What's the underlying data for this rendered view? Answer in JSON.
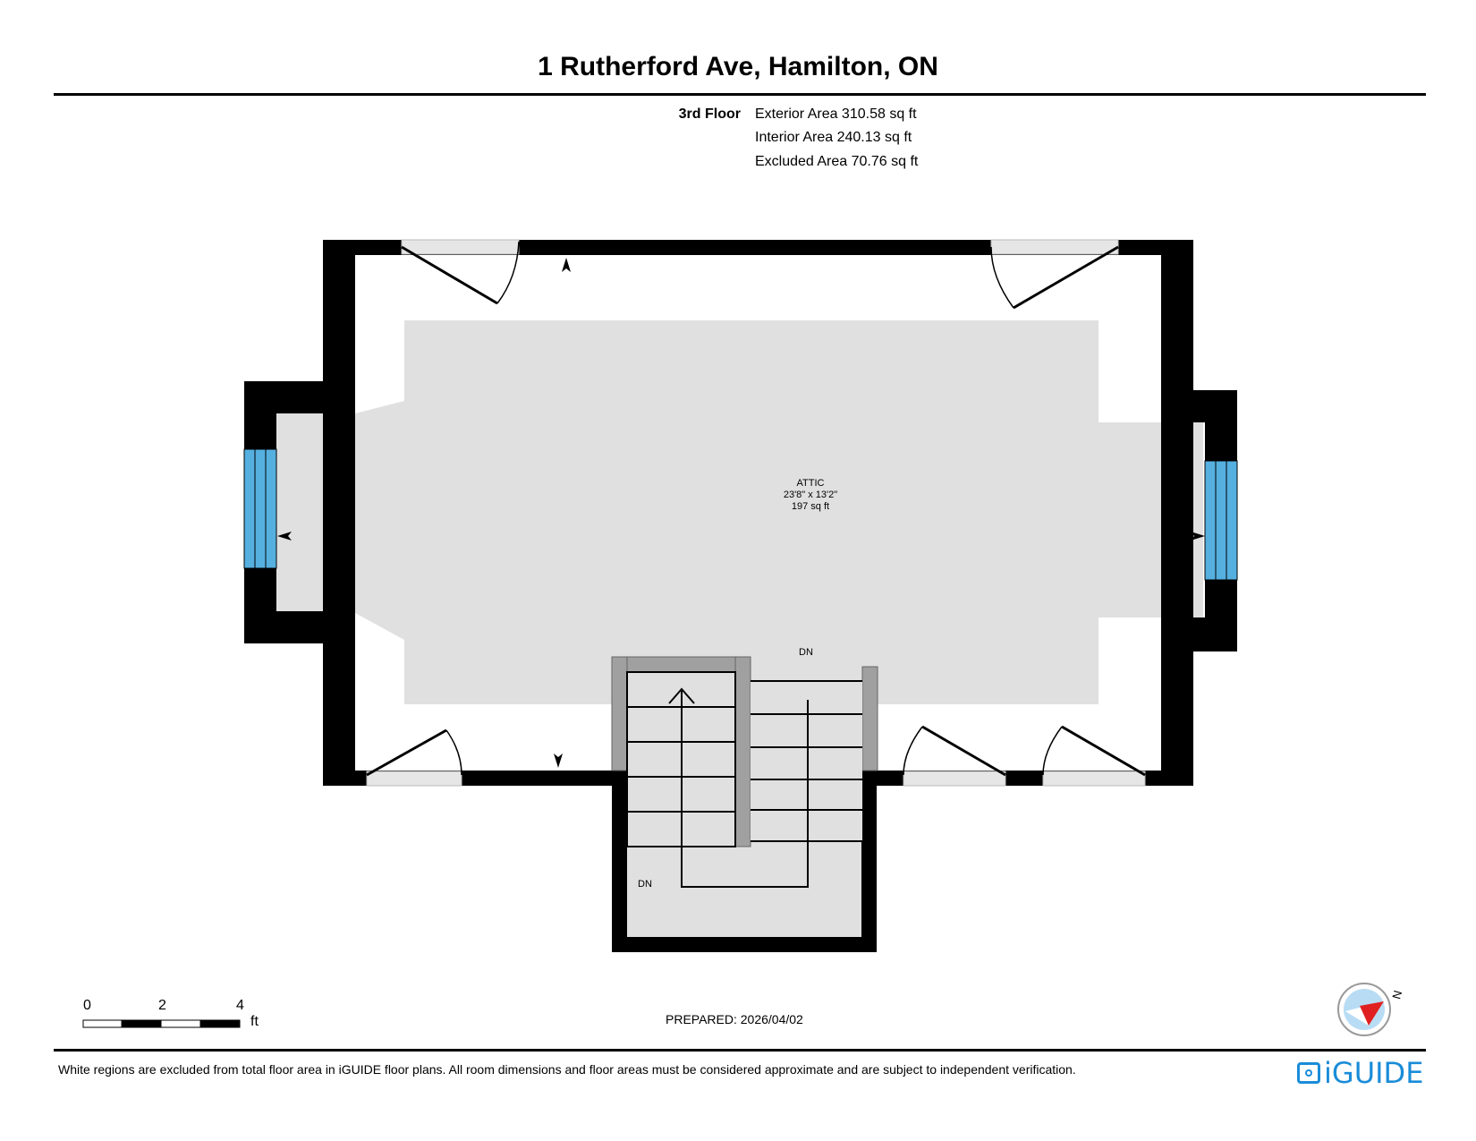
{
  "header": {
    "address": "1 Rutherford Ave, Hamilton, ON"
  },
  "summary": {
    "floor_label": "3rd Floor",
    "exterior_area": "Exterior Area 310.58 sq ft",
    "interior_area": "Interior Area 240.13 sq ft",
    "excluded_area": "Excluded Area 70.76 sq ft"
  },
  "plan": {
    "room": {
      "name": "ATTIC",
      "dimensions": "23'8\" x 13'2\"",
      "area": "197 sq ft"
    },
    "stair_labels": [
      "DN",
      "DN"
    ],
    "colors": {
      "wall": "#000000",
      "floor": "#e0e0e0",
      "window": "#55b0e0",
      "stair_frame": "#a0a0a0",
      "compass_needle": "#e02020",
      "compass_face": "#b8dcf4"
    }
  },
  "scale_bar": {
    "ticks": [
      "0",
      "2",
      "4"
    ],
    "unit": "ft"
  },
  "footer": {
    "prepared": "PREPARED: 2026/04/02",
    "disclaimer": "White regions are excluded from total floor area in iGUIDE floor plans. All room dimensions and floor areas must be considered approximate and are subject to independent verification.",
    "brand": "iGUIDE",
    "brand_color": "#1a8cd8",
    "compass_letter": "N"
  }
}
